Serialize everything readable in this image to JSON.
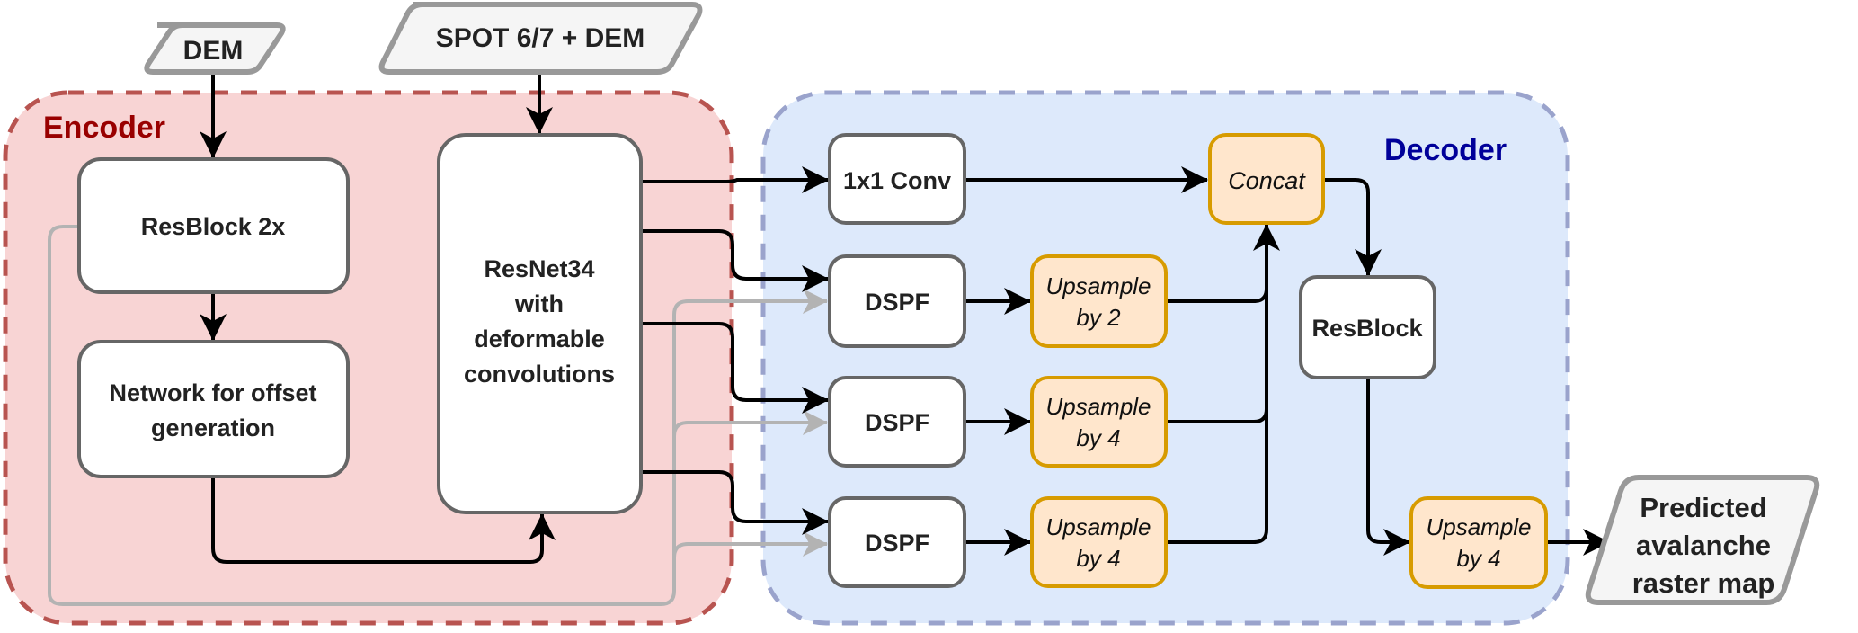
{
  "diagram": {
    "regions": {
      "encoder": {
        "title": "Encoder",
        "title_color": "#990000",
        "fill": "#f8d4d4",
        "stroke": "#b85450"
      },
      "decoder": {
        "title": "Decoder",
        "title_color": "#000099",
        "fill": "#dde9fb",
        "stroke": "#9aa3cc"
      }
    },
    "inputs": {
      "dem": {
        "label": "DEM"
      },
      "spot": {
        "label": "SPOT 6/7 + DEM"
      }
    },
    "encoder_nodes": {
      "resblock2x": {
        "label": "ResBlock 2x"
      },
      "offset_net": {
        "lines": [
          "Network for offset",
          "generation"
        ]
      },
      "resnet34": {
        "lines": [
          "ResNet34",
          "with",
          "deformable",
          "convolutions"
        ]
      }
    },
    "decoder_nodes": {
      "conv1x1": {
        "label": "1x1 Conv"
      },
      "concat": {
        "label": "Concat"
      },
      "dspf": [
        {
          "label": "DSPF"
        },
        {
          "label": "DSPF"
        },
        {
          "label": "DSPF"
        }
      ],
      "upsample": [
        {
          "lines": [
            "Upsample",
            "by 2"
          ]
        },
        {
          "lines": [
            "Upsample",
            "by 4"
          ]
        },
        {
          "lines": [
            "Upsample",
            "by 4"
          ]
        }
      ],
      "resblock": {
        "label": "ResBlock"
      },
      "upsample_final": {
        "lines": [
          "Upsample",
          "by 4"
        ]
      }
    },
    "output": {
      "lines": [
        "Predicted",
        "avalanche",
        "raster map"
      ]
    },
    "colors": {
      "node_stroke": "#666666",
      "node_fill": "#ffffff",
      "op_fill": "#ffe6cc",
      "op_stroke": "#d79b00",
      "io_fill": "#f5f5f5",
      "io_stroke": "#999999",
      "edge": "#000000",
      "skip_edge": "#b3b3b3"
    }
  }
}
